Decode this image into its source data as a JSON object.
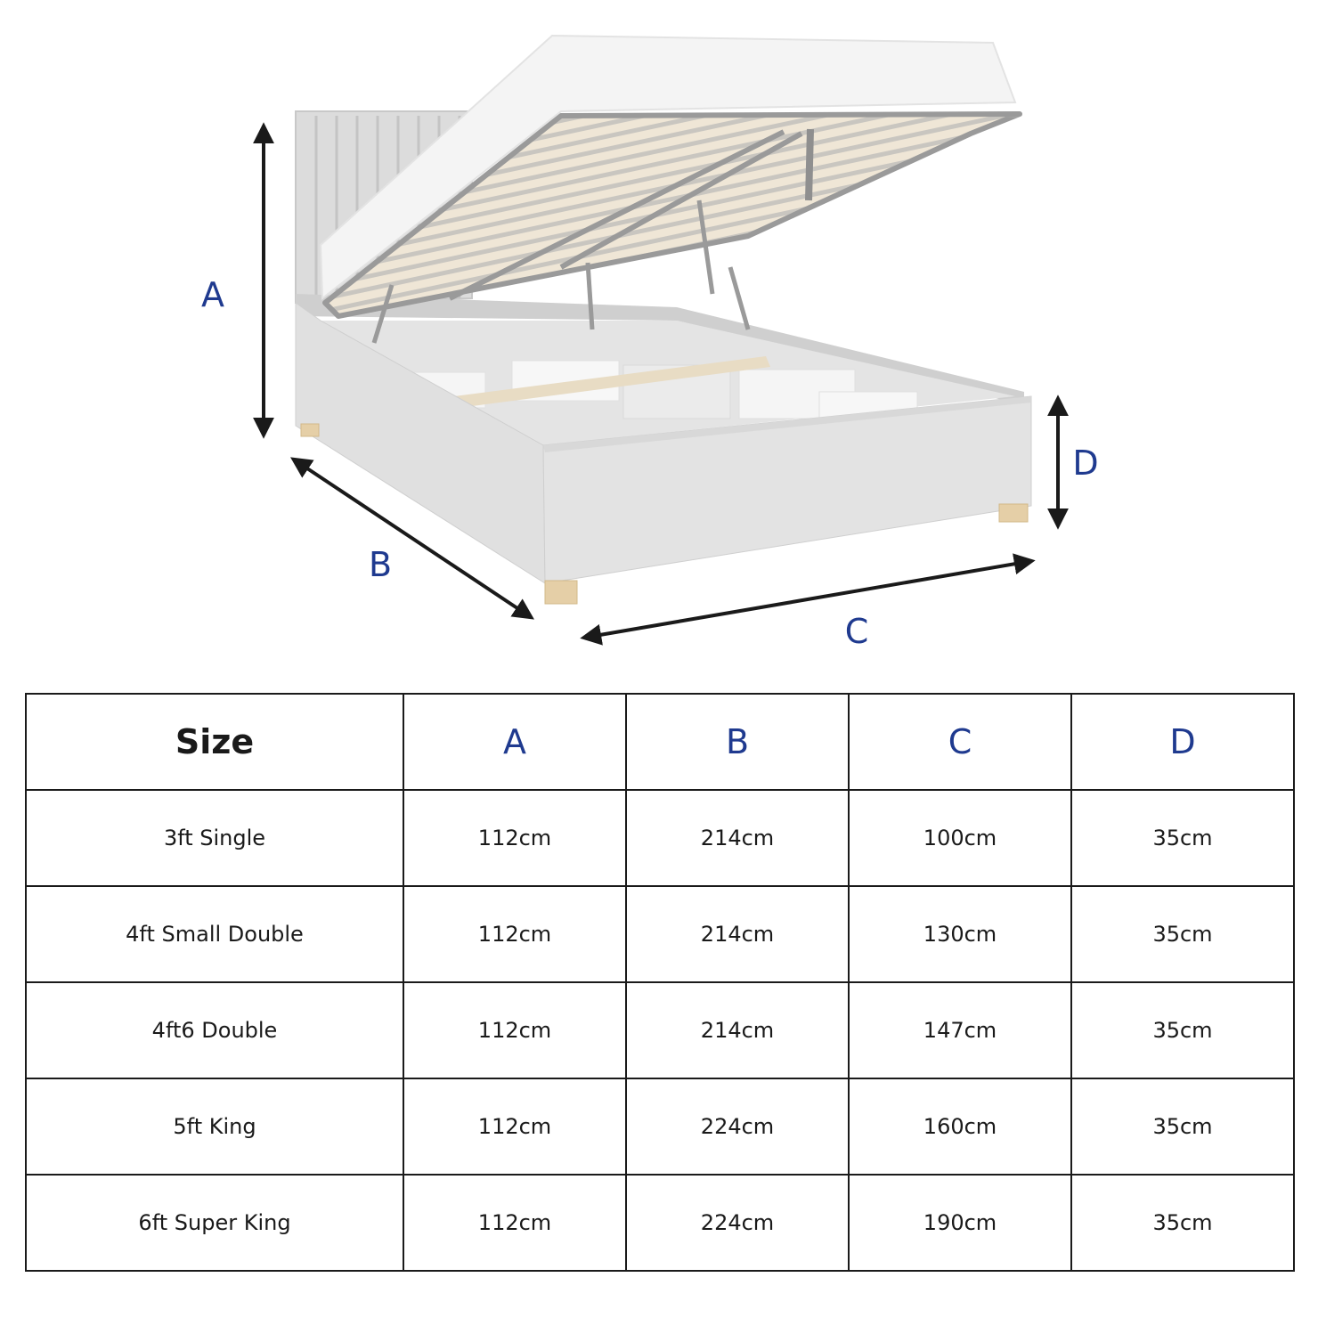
{
  "diagram": {
    "labels": {
      "a": "A",
      "b": "B",
      "c": "C",
      "d": "D"
    }
  },
  "table": {
    "headers": [
      "Size",
      "A",
      "B",
      "C",
      "D"
    ],
    "rows": [
      [
        "3ft Single",
        "112cm",
        "214cm",
        "100cm",
        "35cm"
      ],
      [
        "4ft Small Double",
        "112cm",
        "214cm",
        "130cm",
        "35cm"
      ],
      [
        "4ft6 Double",
        "112cm",
        "214cm",
        "147cm",
        "35cm"
      ],
      [
        "5ft King",
        "112cm",
        "224cm",
        "160cm",
        "35cm"
      ],
      [
        "6ft Super King",
        "112cm",
        "224cm",
        "190cm",
        "35cm"
      ]
    ]
  },
  "colors": {
    "label_blue": "#1f3a8f",
    "arrow": "#1a1a1a",
    "bed_fabric": "#d9d9d9"
  },
  "icons": [
    "bed-illustration",
    "dimension-arrow"
  ]
}
